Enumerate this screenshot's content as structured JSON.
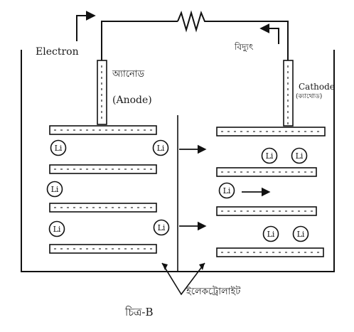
{
  "labels": {
    "electron": "Electron",
    "anode_bn": "অ্যানোড",
    "anode_en": "(Anode)",
    "current_bn": "বিদ্যুৎ",
    "cathode_en": "Cathode",
    "cathode_bn": "(ক্যাথোড)",
    "electrolyte_bn": "ইলেকট্রোলাইট",
    "caption": "চিত্র-B"
  },
  "ions": {
    "anode_side": [
      "Li",
      "Li",
      "Li",
      "Li",
      "Li"
    ],
    "electrolyte": [
      "Li"
    ],
    "cathode_side": [
      "Li",
      "Li",
      "Li",
      "Li"
    ]
  },
  "icons": {
    "resistor": "resistor-zigzag-icon",
    "arrow": "arrow-icon"
  }
}
